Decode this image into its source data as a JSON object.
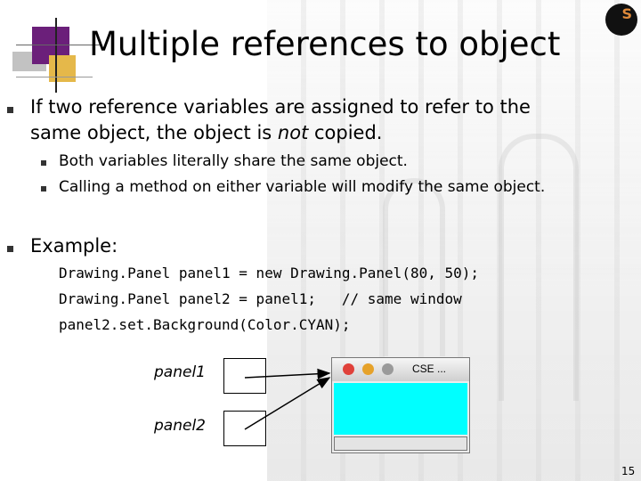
{
  "slide": {
    "title": "Multiple references to object",
    "page_number": "15",
    "logo_text": "S"
  },
  "bullets": {
    "b1_line1": "If two reference variables are assigned to refer to the",
    "b1_line2_before": "same object, the object is ",
    "b1_line2_em": "not",
    "b1_line2_after": " copied.",
    "sub1": "Both variables literally share the same object.",
    "sub2": "Calling a method on either variable will modify the same object.",
    "b2": "Example:"
  },
  "code": {
    "line1": "Drawing.Panel panel1 = new Drawing.Panel(80, 50);",
    "line2": "Drawing.Panel panel2 = panel1;   // same window",
    "line3": "panel2.set.Background(Color.CYAN);"
  },
  "diagram": {
    "var1": "panel1",
    "var2": "panel2",
    "window_title": "CSE ...",
    "window_color": "#00ffff",
    "traffic_lights": [
      "#e0413a",
      "#e6a22a",
      "#9a9a9a"
    ]
  }
}
